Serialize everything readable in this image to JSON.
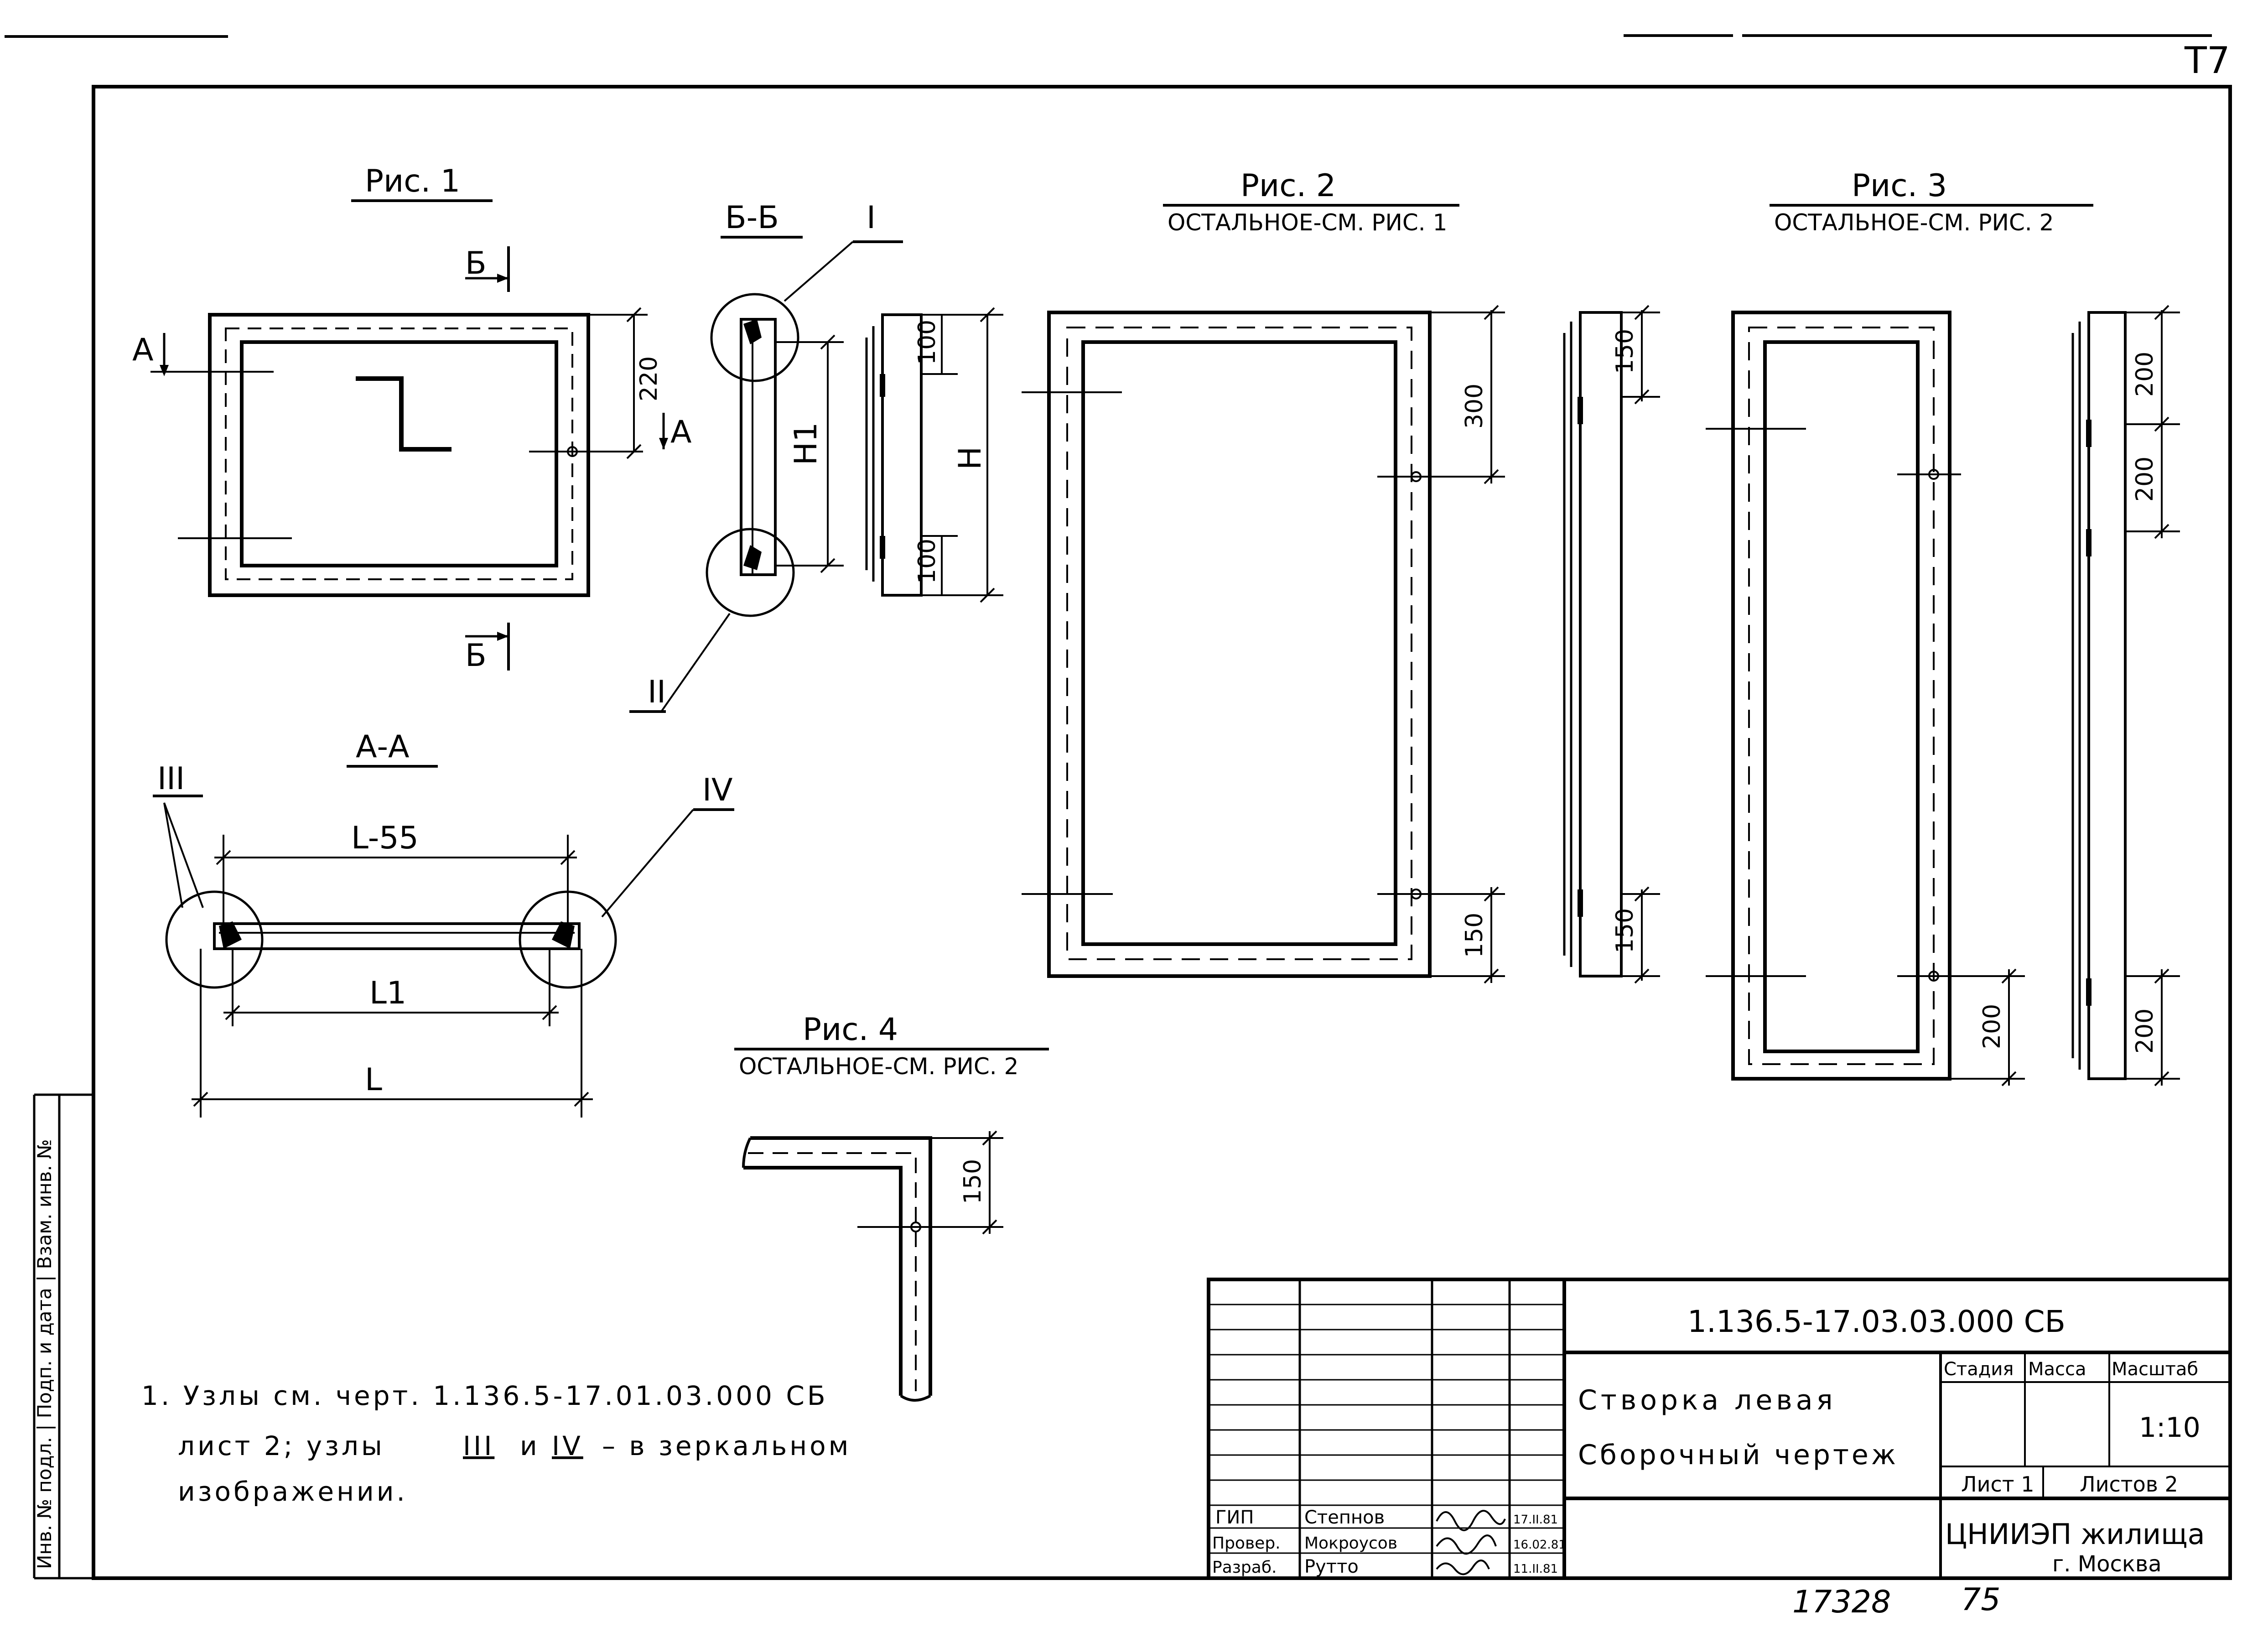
{
  "corner_mark": "Т7",
  "figures": {
    "fig1": {
      "title": "Рис. 1",
      "section_a": "А",
      "section_b": "Б",
      "dim_220": "220"
    },
    "bb": {
      "title": "Б-Б",
      "node_1": "I",
      "node_2": "II",
      "dim_top": "100",
      "dim_bottom": "100",
      "h1": "H1",
      "h": "H"
    },
    "aa": {
      "title": "А-А",
      "node_3": "III",
      "node_4": "IV",
      "dim_l55": "L-55",
      "dim_l1": "L1",
      "dim_l": "L"
    },
    "fig2": {
      "title": "Рис. 2",
      "subtitle": "ОСТАЛЬНОЕ-СМ. РИС. 1",
      "dim_300": "300",
      "dim_150a": "150",
      "side_150a": "150",
      "side_150b": "150"
    },
    "fig3": {
      "title": "Рис. 3",
      "subtitle": "ОСТАЛЬНОЕ-СМ. РИС. 2",
      "dim_200a": "200",
      "side_200a": "200",
      "side_200b": "200",
      "side_200c": "200"
    },
    "fig4": {
      "title": "Рис. 4",
      "subtitle": "ОСТАЛЬНОЕ-СМ. РИС. 2",
      "dim_150": "150"
    }
  },
  "notes": {
    "line1": "1. Узлы см. черт. 1.136.5-17.01.03.000 СБ",
    "line2_a": "лист 2; узлы",
    "line2_n3": "III",
    "line2_and": "и",
    "line2_n4": "IV",
    "line2_b": "– в зеркальном",
    "line3": "изображении."
  },
  "title_block": {
    "code": "1.136.5-17.03.03.000 СБ",
    "name_line1": "Створка левая",
    "name_line2": "Сборочный чертеж",
    "stage_header": "Стадия",
    "mass_header": "Масса",
    "scale_header": "Масштаб",
    "scale": "1:10",
    "sheet_label": "Лист 1",
    "sheets_label": "Листов 2",
    "org_name": "ЦНИИЭП жилища",
    "org_city": "г. Москва",
    "signers": [
      {
        "role": "ГИП",
        "name": "Степнов",
        "date": "17.II.81"
      },
      {
        "role": "Провер.",
        "name": "Мокроусов",
        "date": "16.02.81"
      },
      {
        "role": "Разраб.",
        "name": "Рутто",
        "date": "11.II.81"
      }
    ]
  },
  "footer": {
    "inventory_no": "17328",
    "page_no": "75"
  },
  "side_strip": {
    "label": "Инв. № подл. | Подп. и дата | Взам. инв. №"
  }
}
